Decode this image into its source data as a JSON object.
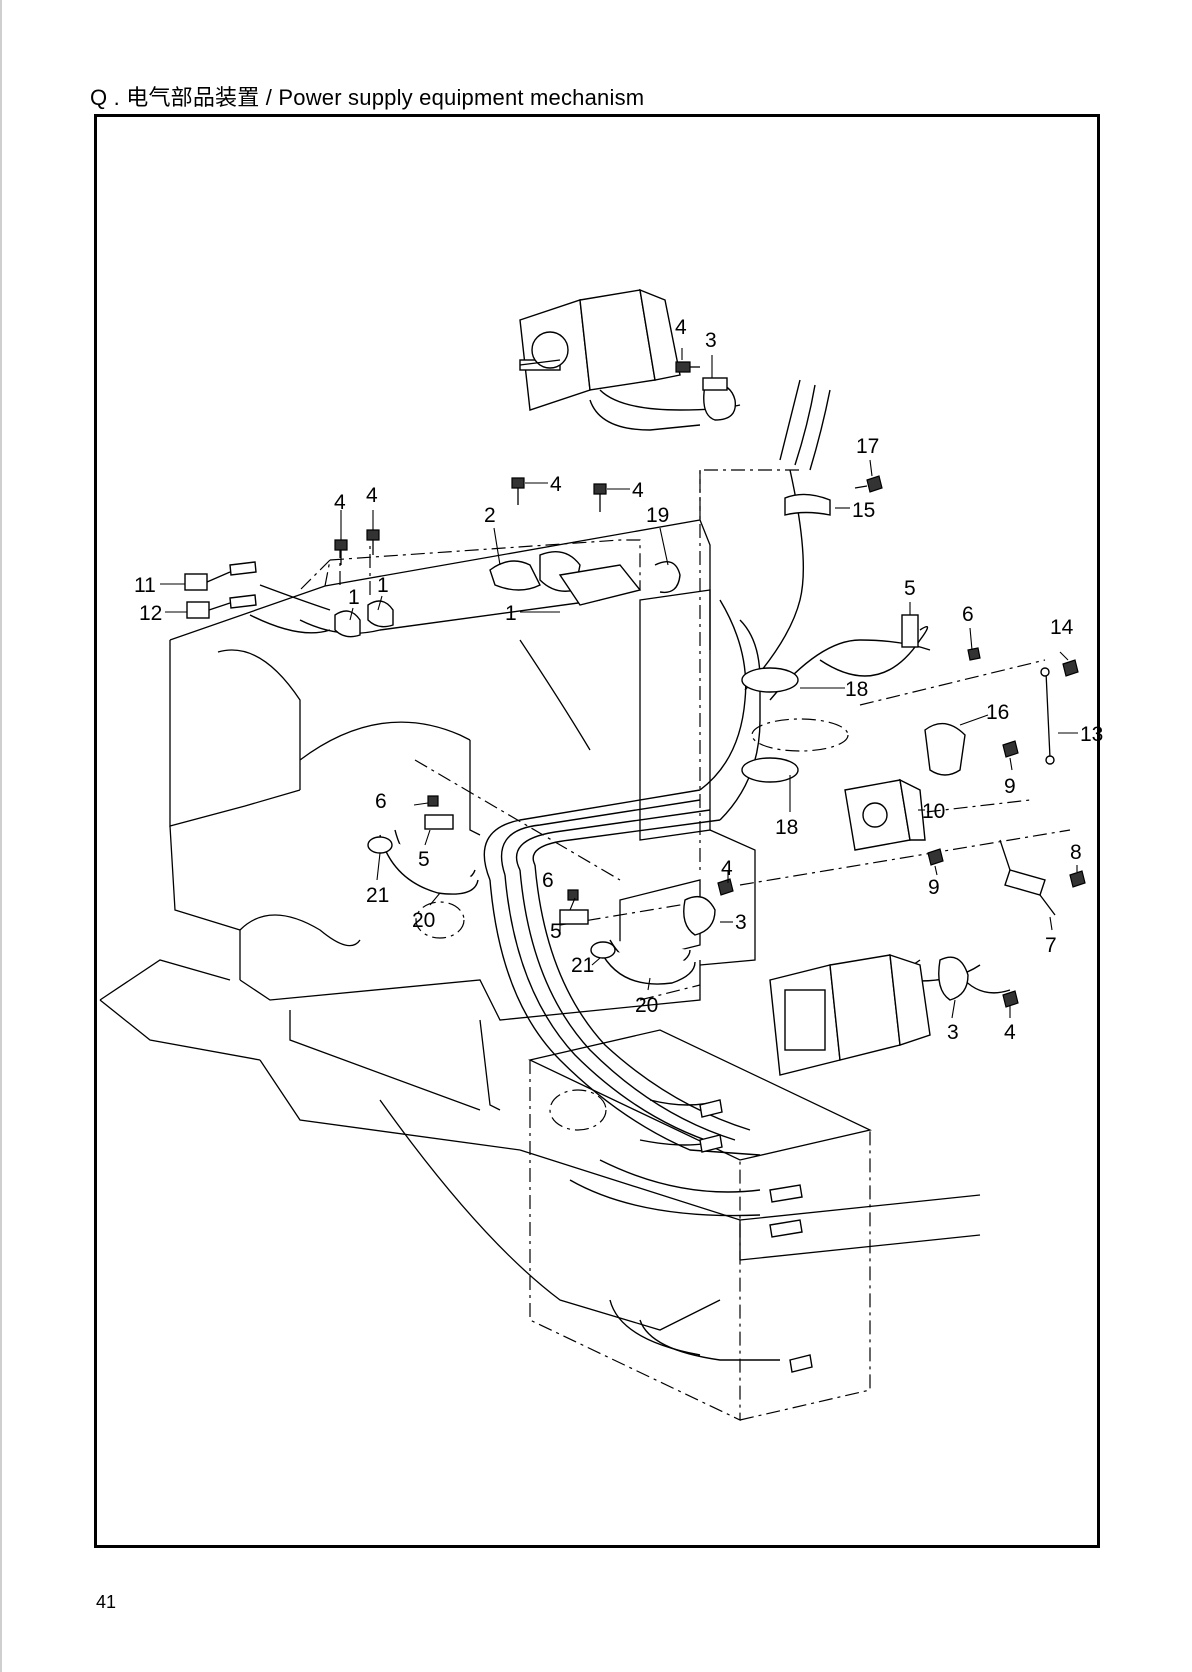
{
  "header": {
    "title": "Q . 电气部品装置 / Power supply equipment mechanism"
  },
  "footer": {
    "page_number": "41"
  },
  "callouts": [
    {
      "id": "c1",
      "label": "4"
    },
    {
      "id": "c2",
      "label": "3"
    },
    {
      "id": "c3",
      "label": "17"
    },
    {
      "id": "c4",
      "label": "15"
    },
    {
      "id": "c5",
      "label": "4"
    },
    {
      "id": "c6",
      "label": "4"
    },
    {
      "id": "c7",
      "label": "4"
    },
    {
      "id": "c8",
      "label": "4"
    },
    {
      "id": "c9",
      "label": "2"
    },
    {
      "id": "c10",
      "label": "19"
    },
    {
      "id": "c11",
      "label": "11"
    },
    {
      "id": "c12",
      "label": "12"
    },
    {
      "id": "c13",
      "label": "1"
    },
    {
      "id": "c14",
      "label": "1"
    },
    {
      "id": "c15",
      "label": "1"
    },
    {
      "id": "c16",
      "label": "5"
    },
    {
      "id": "c17",
      "label": "6"
    },
    {
      "id": "c18",
      "label": "14"
    },
    {
      "id": "c19",
      "label": "18"
    },
    {
      "id": "c20",
      "label": "13"
    },
    {
      "id": "c21",
      "label": "16"
    },
    {
      "id": "c22",
      "label": "9"
    },
    {
      "id": "c23",
      "label": "6"
    },
    {
      "id": "c24",
      "label": "10"
    },
    {
      "id": "c25",
      "label": "18"
    },
    {
      "id": "c26",
      "label": "5"
    },
    {
      "id": "c27",
      "label": "8"
    },
    {
      "id": "c28",
      "label": "9"
    },
    {
      "id": "c29",
      "label": "21"
    },
    {
      "id": "c30",
      "label": "20"
    },
    {
      "id": "c31",
      "label": "6"
    },
    {
      "id": "c32",
      "label": "4"
    },
    {
      "id": "c33",
      "label": "3"
    },
    {
      "id": "c34",
      "label": "5"
    },
    {
      "id": "c35",
      "label": "7"
    },
    {
      "id": "c36",
      "label": "21"
    },
    {
      "id": "c37",
      "label": "20"
    },
    {
      "id": "c38",
      "label": "3"
    },
    {
      "id": "c39",
      "label": "4"
    }
  ]
}
